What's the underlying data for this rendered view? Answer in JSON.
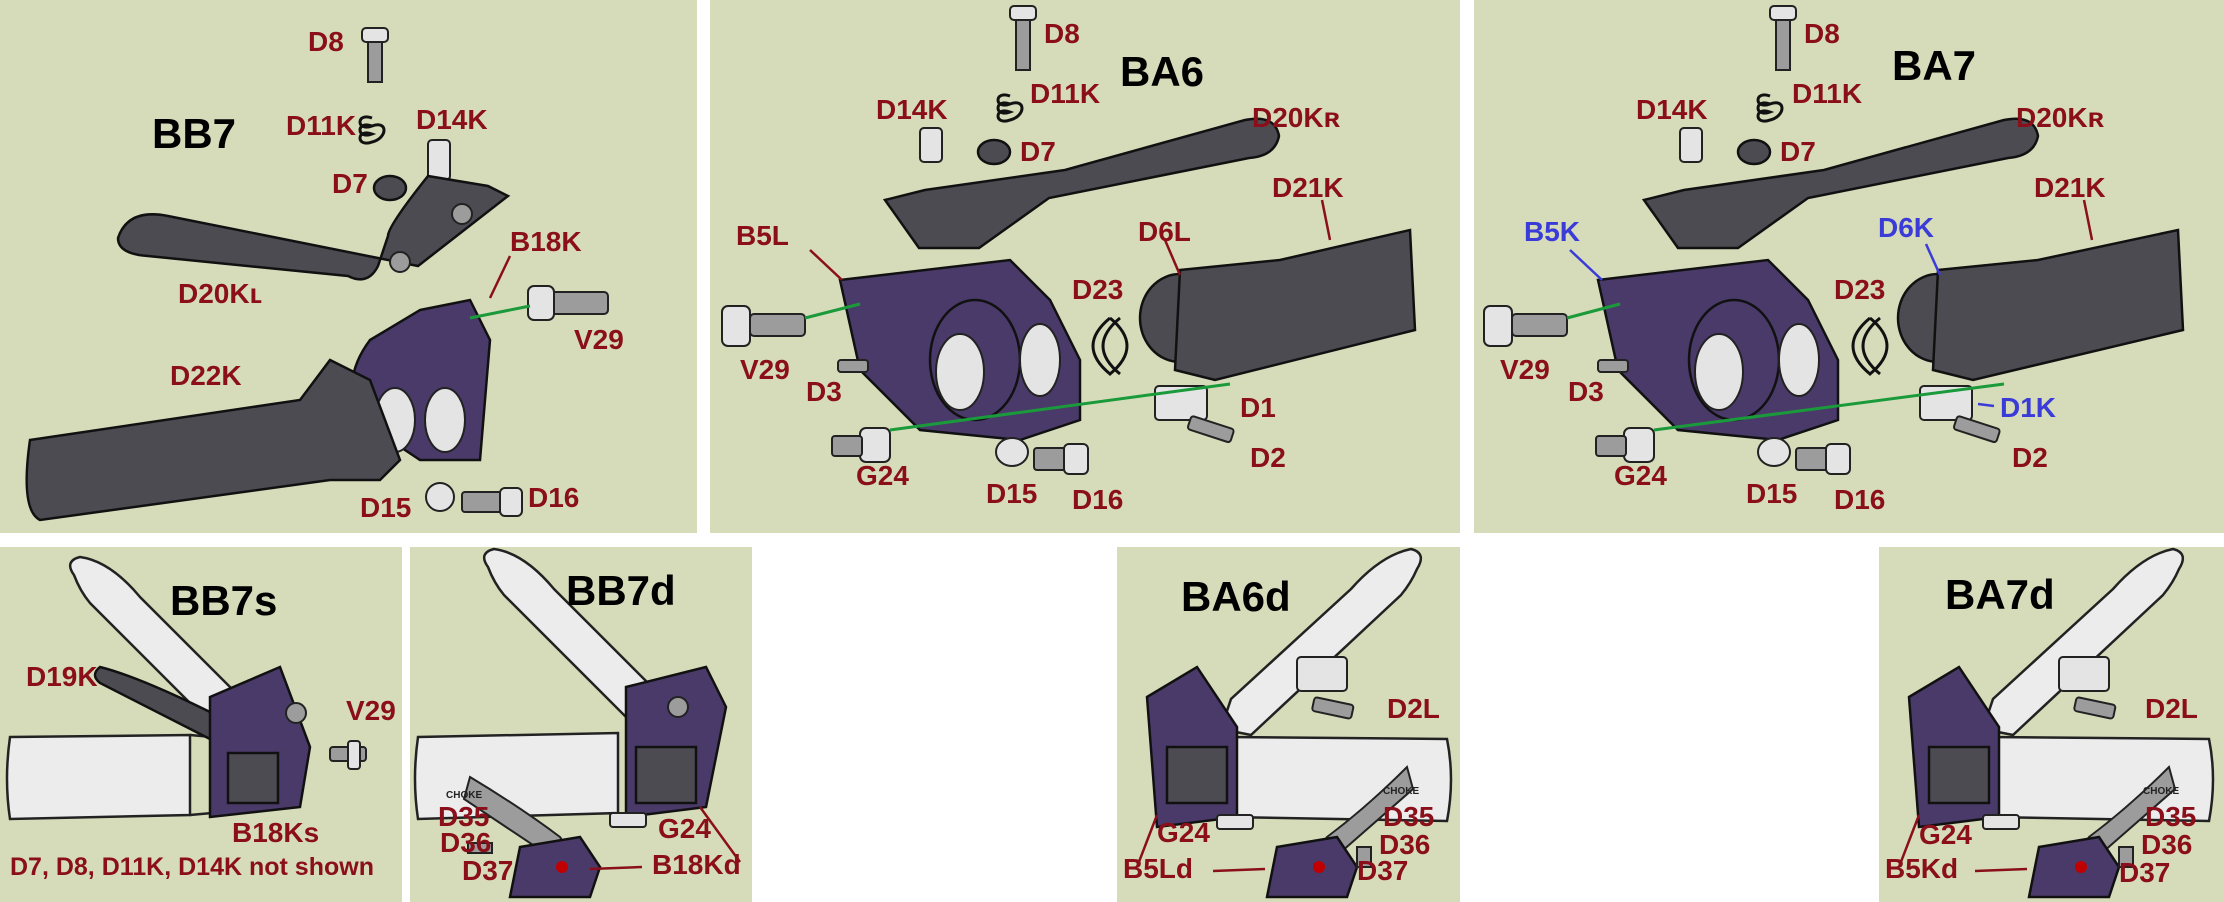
{
  "colors": {
    "panel_bg": "#d6dcba",
    "label_red": "#8a0f1a",
    "label_blue": "#3b3bd8",
    "title_black": "#000000",
    "cable_green": "#1a9a3a",
    "lever_grey": "#4d4b52",
    "clamp_purple": "#4a3a6a"
  },
  "panels": {
    "bb7": {
      "title": "BB7",
      "labels": {
        "d8": "D8",
        "d11k": "D11K",
        "d14k": "D14K",
        "d7": "D7",
        "b18k": "B18K",
        "d20kl": "D20Kʟ",
        "v29": "V29",
        "d22k": "D22K",
        "d15": "D15",
        "d16": "D16"
      }
    },
    "ba6": {
      "title": "BA6",
      "labels": {
        "d8": "D8",
        "d14k": "D14K",
        "d11k": "D11K",
        "d7": "D7",
        "d20kr": "D20Kʀ",
        "d21k": "D21K",
        "b5l": "B5L",
        "d6l": "D6L",
        "d23": "D23",
        "v29": "V29",
        "d3": "D3",
        "d1": "D1",
        "g24": "G24",
        "d2": "D2",
        "d15": "D15",
        "d16": "D16"
      }
    },
    "ba7": {
      "title": "BA7",
      "labels": {
        "d8": "D8",
        "d14k": "D14K",
        "d11k": "D11K",
        "d7": "D7",
        "d20kr": "D20Kʀ",
        "d21k": "D21K",
        "b5k": "B5K",
        "d6k": "D6K",
        "d23": "D23",
        "v29": "V29",
        "d3": "D3",
        "d1k": "D1K",
        "g24": "G24",
        "d2": "D2",
        "d15": "D15",
        "d16": "D16"
      }
    },
    "bb7s": {
      "title": "BB7s",
      "labels": {
        "d19k": "D19K",
        "v29": "V29",
        "b18ks": "B18Ks"
      },
      "note": "D7, D8, D11K, D14K not shown"
    },
    "bb7d": {
      "title": "BB7d",
      "labels": {
        "d35": "D35",
        "d36": "D36",
        "d37": "D37",
        "g24": "G24",
        "b18kd": "B18Kd"
      },
      "choke": "CHOKE"
    },
    "ba6d": {
      "title": "BA6d",
      "labels": {
        "d2l": "D2L",
        "g24": "G24",
        "b5ld": "B5Ld",
        "d35": "D35",
        "d36": "D36",
        "d37": "D37"
      },
      "choke": "CHOKE"
    },
    "ba7d": {
      "title": "BA7d",
      "labels": {
        "d2l": "D2L",
        "g24": "G24",
        "b5kd": "B5Kd",
        "d35": "D35",
        "d36": "D36",
        "d37": "D37"
      },
      "choke": "CHOKE"
    }
  }
}
